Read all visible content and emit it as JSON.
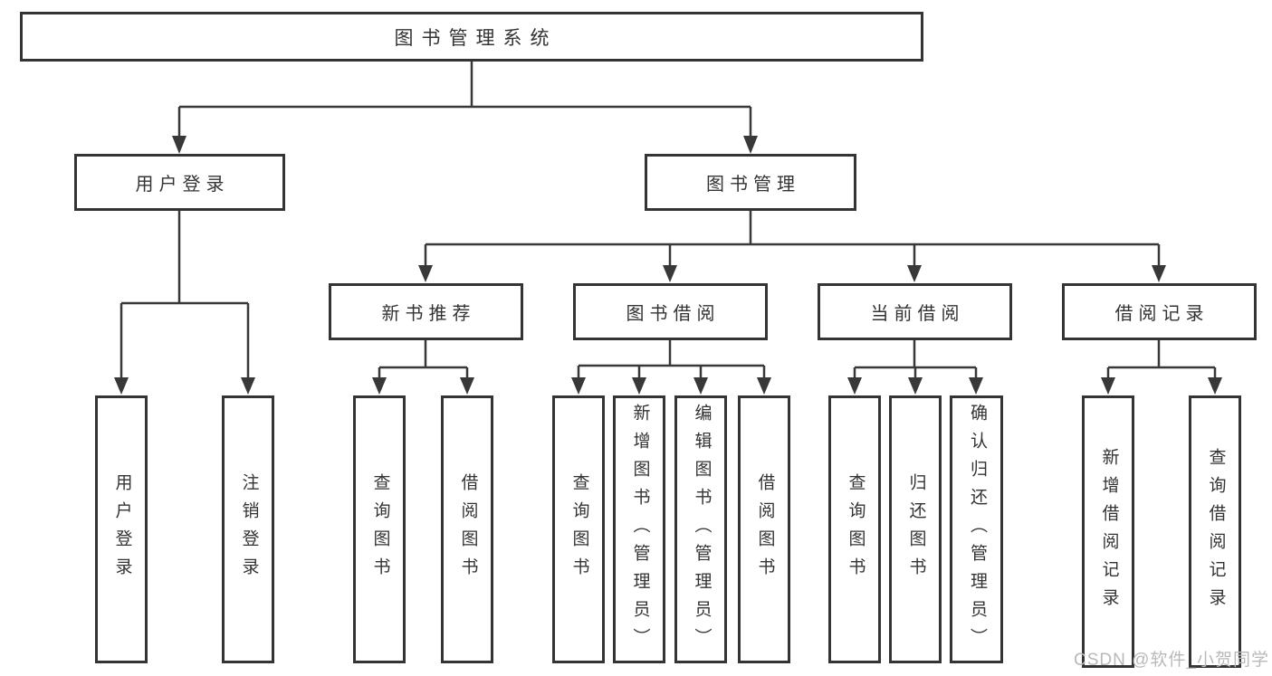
{
  "diagram_type": "hierarchy-tree",
  "tree": {
    "label": "图书管理系统",
    "children": [
      {
        "label": "用户登录",
        "children": [
          {
            "label": "用户登录"
          },
          {
            "label": "注销登录"
          }
        ]
      },
      {
        "label": "图书管理",
        "children": [
          {
            "label": "新书推荐",
            "children": [
              {
                "label": "查询图书"
              },
              {
                "label": "借阅图书"
              }
            ]
          },
          {
            "label": "图书借阅",
            "children": [
              {
                "label": "查询图书"
              },
              {
                "label": "新增图书（管理员）"
              },
              {
                "label": "编辑图书（管理员）"
              },
              {
                "label": "借阅图书"
              }
            ]
          },
          {
            "label": "当前借阅",
            "children": [
              {
                "label": "查询图书"
              },
              {
                "label": "归还图书"
              },
              {
                "label": "确认归还（管理员）"
              }
            ]
          },
          {
            "label": "借阅记录",
            "children": [
              {
                "label": "新增借阅记录"
              },
              {
                "label": "查询借阅记录"
              }
            ]
          }
        ]
      }
    ]
  },
  "watermark": "CSDN @软件_小贺同学",
  "colors": {
    "background": "#ffffff",
    "line": "#383838",
    "box_border": "#343434",
    "text": "#333333",
    "watermark": "#b9b9b9"
  }
}
